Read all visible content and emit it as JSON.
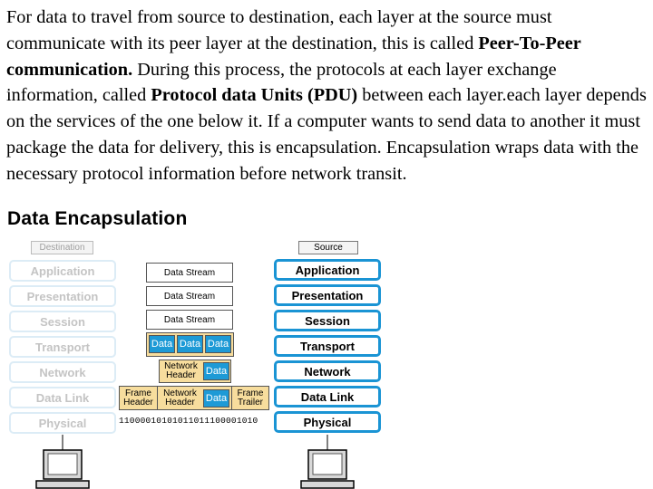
{
  "paragraph": {
    "p1": "For data to travel from source to destination, each layer at the source must communicate with its peer layer at the destination, this is called ",
    "b1": "Peer-To-Peer communication.",
    "p2": " During this process, the protocols at each layer exchange information, called ",
    "b2": "Protocol data Units (PDU)",
    "p3": " between each layer.each layer depends on the services of the one below it. If a computer wants to send data to another it must package the data for delivery, this is encapsulation. Encapsulation wraps data with the necessary protocol information before network transit."
  },
  "diagram": {
    "title": "Data Encapsulation",
    "destination_label": "Destination",
    "source_label": "Source",
    "layers": [
      "Application",
      "Presentation",
      "Session",
      "Transport",
      "Network",
      "Data Link",
      "Physical"
    ],
    "data_stream": "Data Stream",
    "data": "Data",
    "network_header": "Network Header",
    "frame_header": "Frame Header",
    "frame_trailer": "Frame Trailer",
    "bits": "11000010101011011100001010",
    "colors": {
      "source_border": "#1a94d4",
      "destination_border": "#dcecf6",
      "data_segment": "#1d9ad6",
      "header_segment": "#f7dd9d"
    }
  }
}
